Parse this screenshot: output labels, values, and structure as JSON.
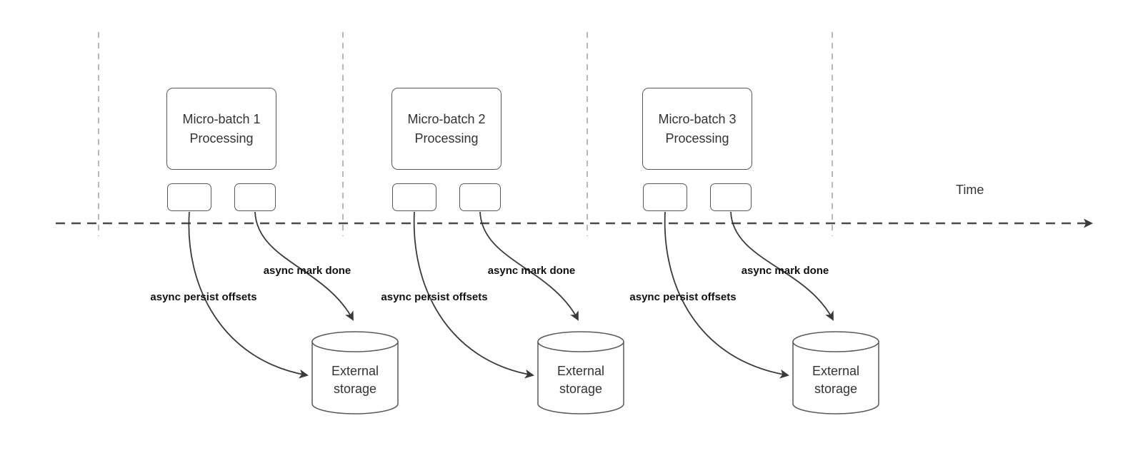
{
  "time_axis": {
    "label": "Time"
  },
  "groups": [
    {
      "processing_label": "Micro-batch 1\nProcessing",
      "persist_label": "async persist offsets",
      "mark_done_label": "async mark done",
      "storage_label": "External\nstorage"
    },
    {
      "processing_label": "Micro-batch 2\nProcessing",
      "persist_label": "async persist offsets",
      "mark_done_label": "async mark done",
      "storage_label": "External\nstorage"
    },
    {
      "processing_label": "Micro-batch 3\nProcessing",
      "persist_label": "async persist offsets",
      "mark_done_label": "async mark done",
      "storage_label": "External\nstorage"
    }
  ],
  "colors": {
    "background": "#ffffff",
    "box_border": "#595959",
    "arrow": "#3a3a3a",
    "gridline": "#b8b8b8",
    "axis": "#4a4a4a",
    "box_text": "#333333",
    "bold_label_text": "#111111"
  }
}
